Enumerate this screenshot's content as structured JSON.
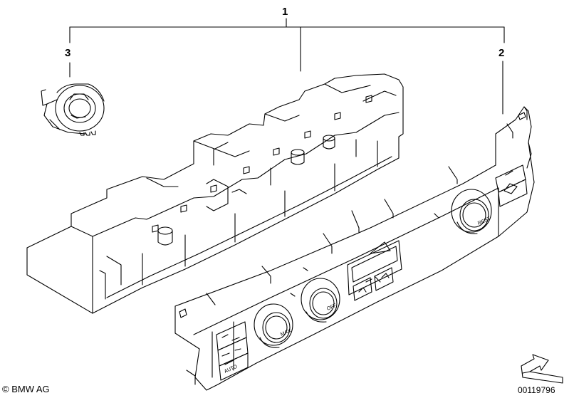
{
  "callouts": {
    "part_1": "1",
    "part_2": "2",
    "part_3": "3"
  },
  "panel_labels": {
    "auto": "AUTO",
    "max": "MAX",
    "off": "OFF",
    "rest": "REST"
  },
  "footer": {
    "copyright_symbol": "©",
    "brand": "BMW AG",
    "diagram_number": "00119796"
  },
  "colors": {
    "line": "#000000",
    "background": "#ffffff"
  }
}
